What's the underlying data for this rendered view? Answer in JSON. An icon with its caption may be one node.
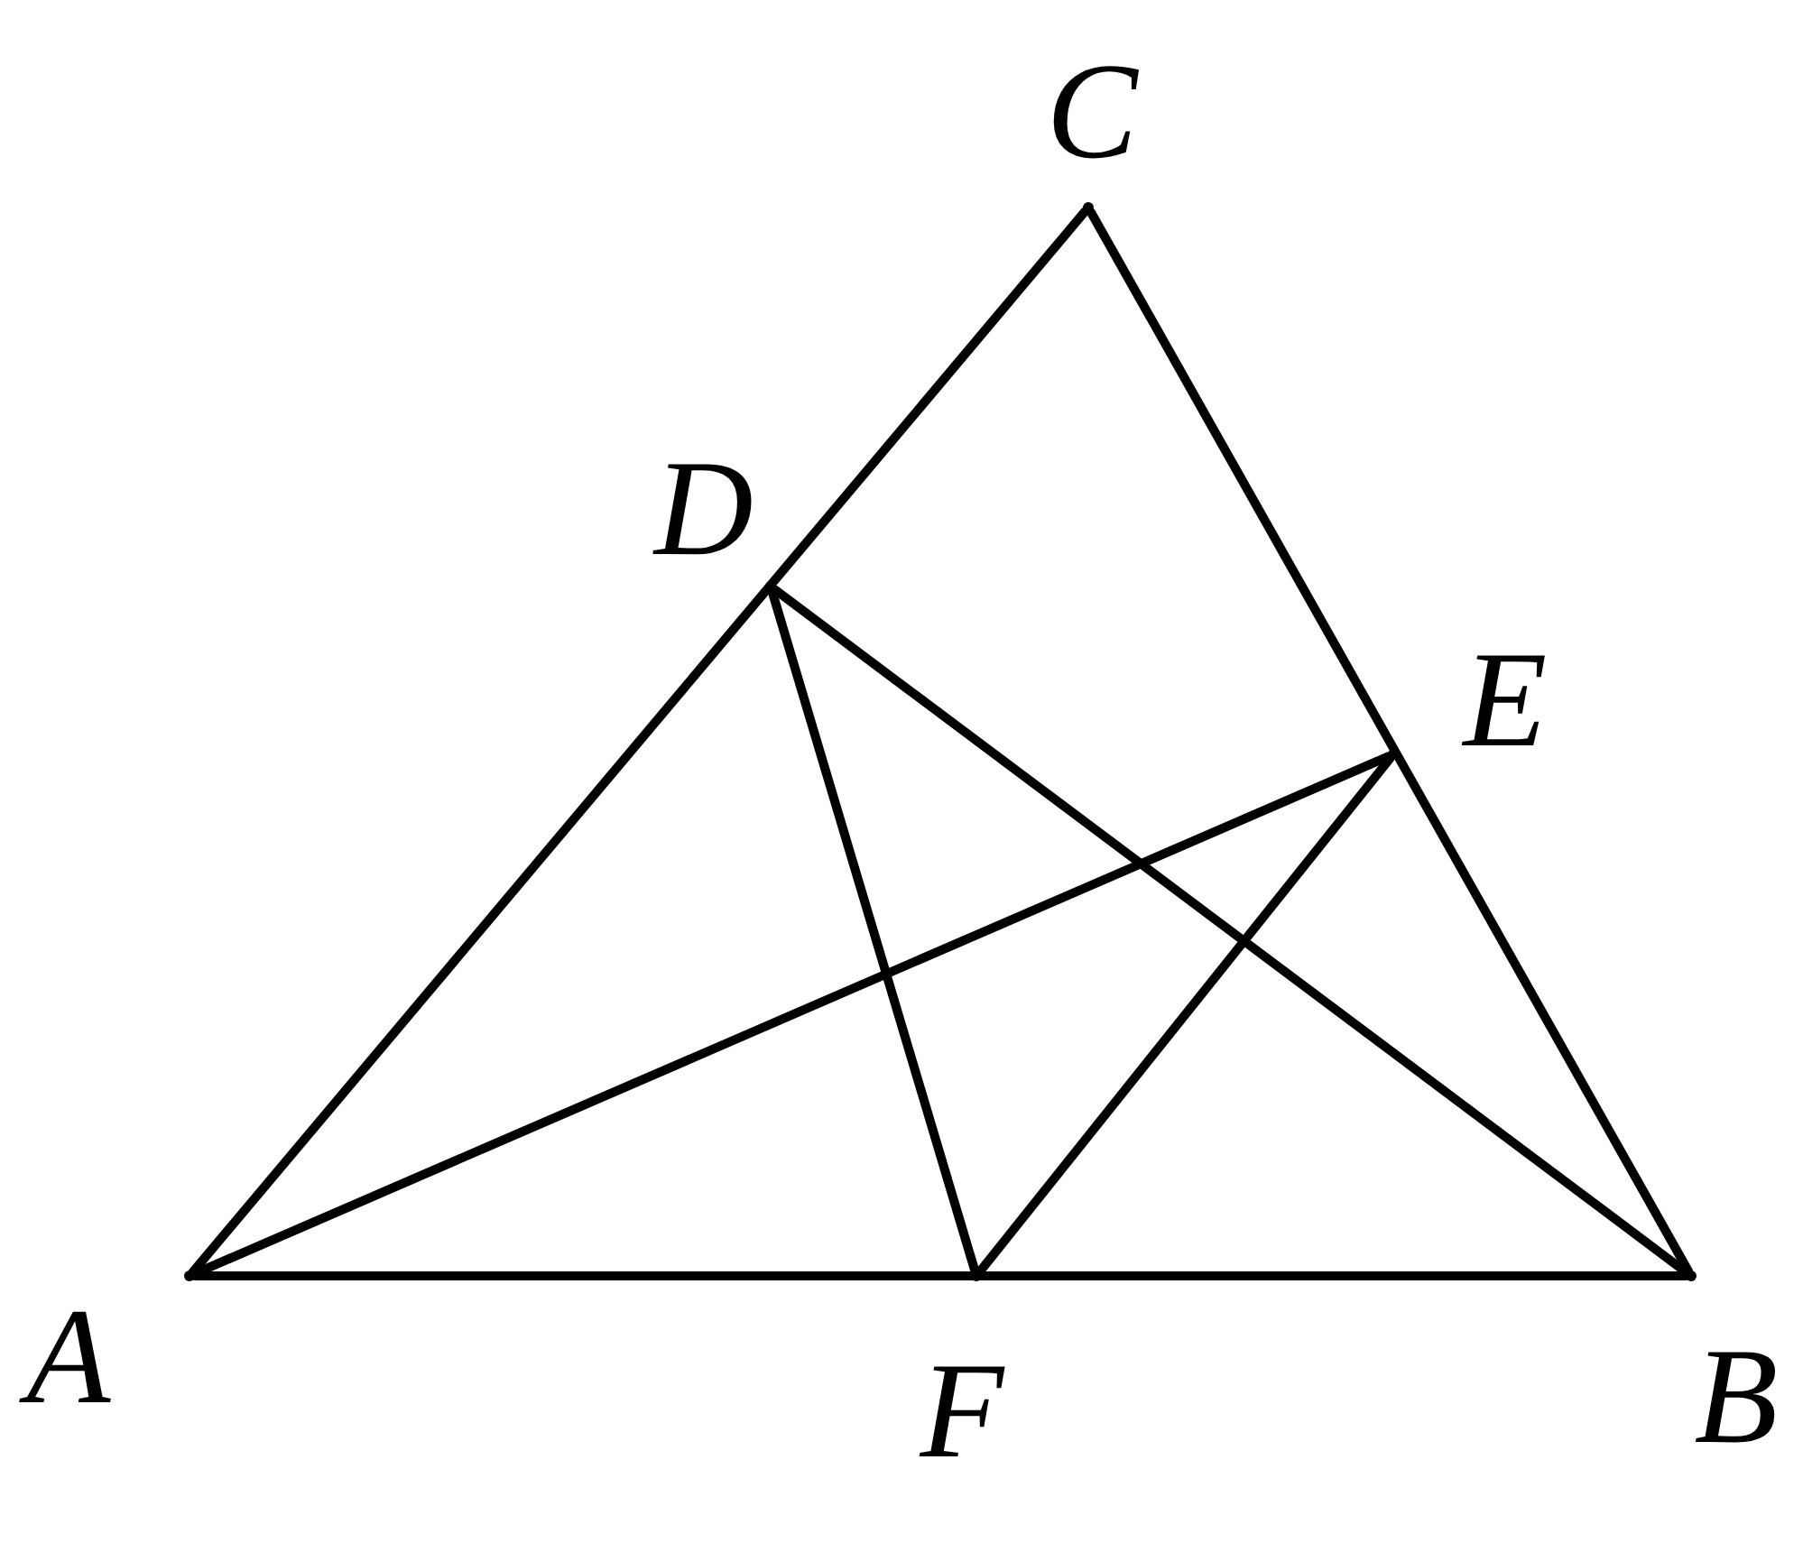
{
  "diagram": {
    "nodes": [
      {
        "text": [],
        "shape": "point",
        "beside": [
          "C"
        ]
      },
      {
        "text": [],
        "shape": "point",
        "beside": [
          "D"
        ]
      },
      {
        "text": [],
        "shape": "point",
        "beside": [
          "E"
        ]
      },
      {
        "text": [],
        "shape": "point",
        "beside": [
          "A"
        ]
      },
      {
        "text": [],
        "shape": "point",
        "beside": [
          "F"
        ]
      },
      {
        "text": [],
        "shape": "point",
        "beside": [
          "B"
        ]
      }
    ],
    "edges": [
      {
        "from": 3,
        "to": 0,
        "arrow": "none"
      },
      {
        "from": 0,
        "to": 5,
        "arrow": "none"
      },
      {
        "from": 3,
        "to": 5,
        "arrow": "none"
      },
      {
        "from": 1,
        "to": 4,
        "arrow": "none"
      },
      {
        "from": 1,
        "to": 5,
        "arrow": "none"
      },
      {
        "from": 3,
        "to": 2,
        "arrow": "none"
      },
      {
        "from": 2,
        "to": 4,
        "arrow": "none"
      }
    ]
  }
}
